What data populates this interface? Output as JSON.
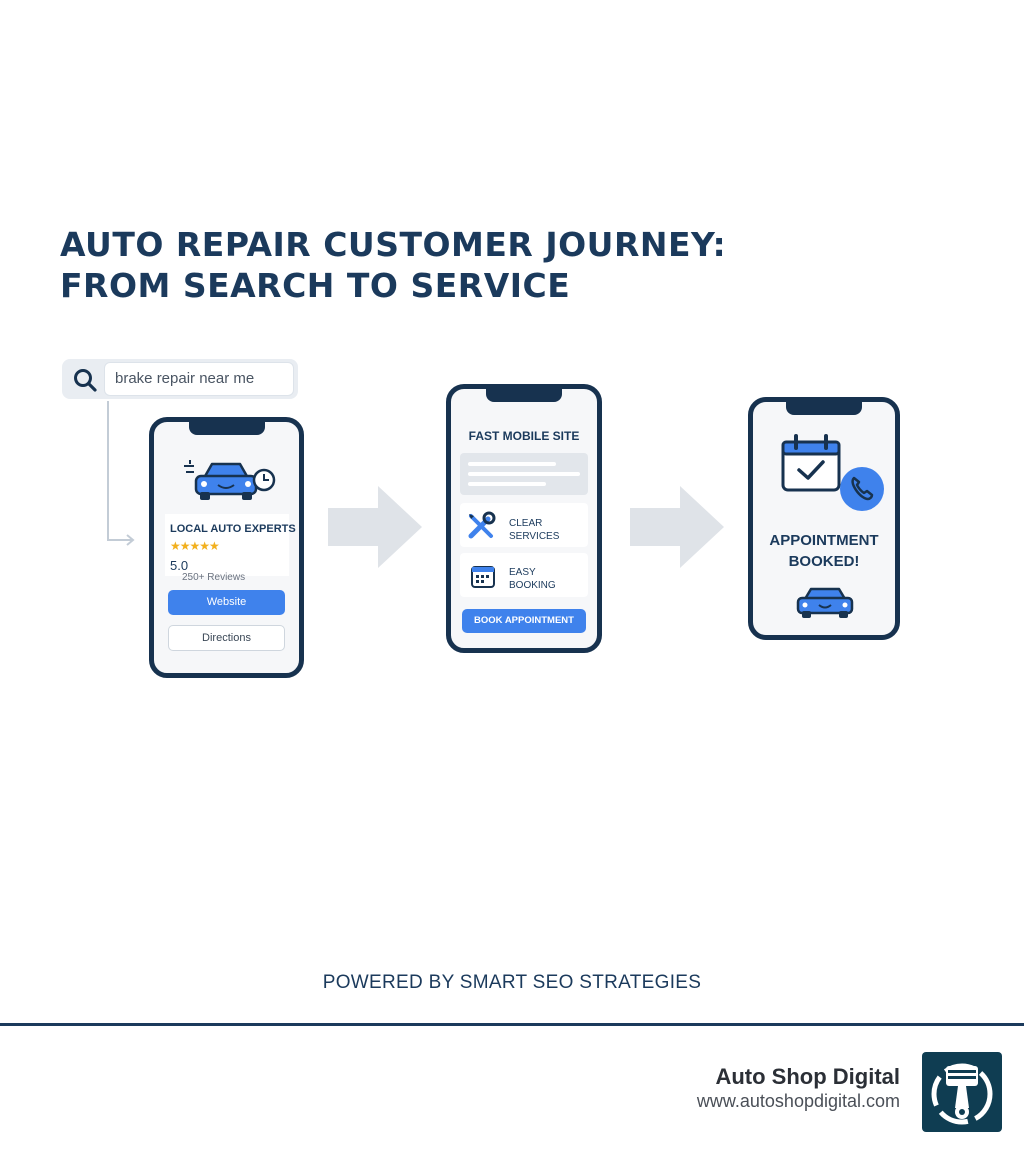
{
  "title": "AUTO REPAIR CUSTOMER JOURNEY: FROM SEARCH TO SERVICE",
  "search": {
    "query": "brake repair near me",
    "icon": "search-icon"
  },
  "step1": {
    "business": "LOCAL AUTO EXPERTS",
    "rating": "5.0",
    "stars": 5,
    "reviews": "250+ Reviews",
    "website_button": "Website",
    "directions_button": "Directions",
    "icon": "car-clock-icon"
  },
  "step2": {
    "heading": "FAST MOBILE SITE",
    "feature1_line1": "CLEAR",
    "feature1_line2": "SERVICES",
    "feature1_icon": "wrench-screwdriver-icon",
    "feature2_line1": "EASY",
    "feature2_line2": "BOOKING",
    "feature2_icon": "calendar-icon",
    "book_button": "BOOK APPOINTMENT"
  },
  "step3": {
    "status_line1": "APPOINTMENT",
    "status_line2": "BOOKED!",
    "icons": [
      "calendar-check-icon",
      "phone-icon",
      "car-icon"
    ]
  },
  "tagline": "POWERED BY SMART SEO STRATEGIES",
  "brand": {
    "name": "Auto Shop Digital",
    "url": "www.autoshopdigital.com"
  },
  "colors": {
    "navy": "#1b3a5c",
    "blue": "#3f82ec",
    "star": "#f2b01e",
    "arrow": "#dfe3e8"
  }
}
